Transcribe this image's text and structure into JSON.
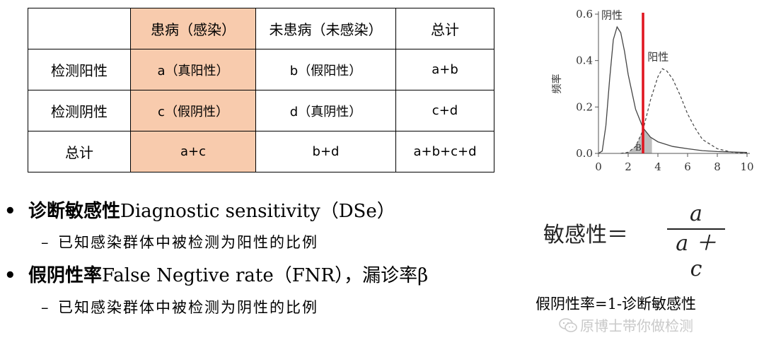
{
  "table": {
    "header": [
      "",
      "患病（感染）",
      "未患病（未感染）",
      "总计"
    ],
    "rows": [
      [
        "检测阳性",
        "a（真阳性）",
        "b（假阳性）",
        "a+b"
      ],
      [
        "检测阴性",
        "c（假阴性）",
        "d（真阴性）",
        "c+d"
      ],
      [
        "总计",
        "a+c",
        "b+d",
        "a+b+c+d"
      ]
    ],
    "highlight_color": "#f8cbad"
  },
  "bullets": [
    {
      "marker": "•",
      "zh": "诊断敏感性",
      "en": "Diagnostic sensitivity（DSe）",
      "sub": {
        "marker": "–",
        "text": "已知感染群体中被检测为阳性的比例"
      }
    },
    {
      "marker": "•",
      "zh": "假阴性率",
      "en": "False Negtive rate（FNR），漏诊率β",
      "sub": {
        "marker": "–",
        "text": "已知感染群体中被检测为阴性的比例"
      }
    }
  ],
  "chart_data": {
    "type": "line",
    "xlabel": "",
    "ylabel": "频率",
    "xlim": [
      0,
      10
    ],
    "ylim": [
      0,
      0.6
    ],
    "xticks": [
      0,
      2,
      4,
      6,
      8,
      10
    ],
    "yticks": [
      "0.0",
      "0.2",
      "0.4",
      "0.6"
    ],
    "series": [
      {
        "name": "阴性",
        "style": "solid",
        "x": [
          0,
          0.25,
          0.5,
          0.75,
          1,
          1.25,
          1.5,
          1.75,
          2,
          2.5,
          3,
          3.5,
          4,
          5,
          6,
          7,
          8,
          10
        ],
        "y": [
          0,
          0.01,
          0.12,
          0.32,
          0.49,
          0.545,
          0.52,
          0.44,
          0.34,
          0.19,
          0.11,
          0.07,
          0.05,
          0.03,
          0.02,
          0.012,
          0.008,
          0.004
        ]
      },
      {
        "name": "阳性",
        "style": "dashed",
        "x": [
          1.5,
          2,
          2.5,
          3,
          3.5,
          4,
          4.3,
          4.6,
          5,
          5.5,
          6,
          6.5,
          7,
          8,
          9,
          10
        ],
        "y": [
          0,
          0.005,
          0.03,
          0.1,
          0.23,
          0.33,
          0.365,
          0.355,
          0.32,
          0.25,
          0.17,
          0.11,
          0.06,
          0.02,
          0.005,
          0.001
        ]
      }
    ],
    "cutoff_x": 3,
    "cutoff_color": "#e0141e",
    "shade_label": "B"
  },
  "formula": {
    "lhs": "敏感性＝",
    "numerator": "a",
    "denominator": "a ＋ c"
  },
  "relation": "假阴性率=1-诊断敏感性",
  "watermark": "原博士带你做检测"
}
